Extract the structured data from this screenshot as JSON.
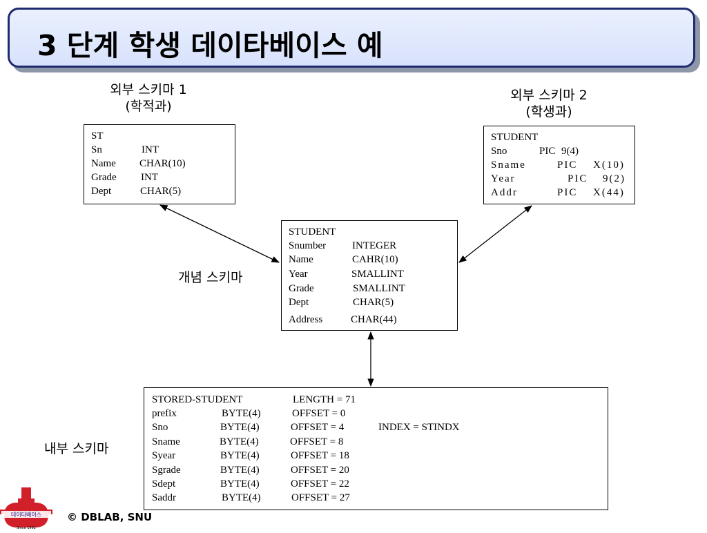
{
  "title": "3 단계 학생 데이타베이스 예",
  "labels": {
    "external1_line1": "외부  스키마  1",
    "external1_line2": "(학적과)",
    "external2_line1": "외부  스키마  2",
    "external2_line2": "(학생과)",
    "conceptual": "개념  스키마",
    "internal": "내부 스키마"
  },
  "external1": {
    "name": "ST",
    "rows": [
      {
        "field": "Sn",
        "type": "INT"
      },
      {
        "field": "Name",
        "type": "CHAR(10)"
      },
      {
        "field": "Grade",
        "type": "INT"
      },
      {
        "field": "Dept",
        "type": "CHAR(5)"
      }
    ]
  },
  "external2": {
    "name": "STUDENT",
    "rows": [
      {
        "field": "Sno",
        "pic": "PIC",
        "fmt": "9(4)"
      },
      {
        "field": "Sname",
        "pic": "PIC",
        "fmt": "X(10)"
      },
      {
        "field": "Year",
        "pic": "PIC",
        "fmt": "9(2)"
      },
      {
        "field": "Addr",
        "pic": "PIC",
        "fmt": "X(44)"
      }
    ]
  },
  "conceptual": {
    "name": "STUDENT",
    "rows": [
      {
        "field": "Snumber",
        "type": "INTEGER"
      },
      {
        "field": "Name",
        "type": "CAHR(10)"
      },
      {
        "field": "Year",
        "type": "SMALLINT"
      },
      {
        "field": "Grade",
        "type": "SMALLINT"
      },
      {
        "field": "Dept",
        "type": "CHAR(5)"
      },
      {
        "field": "Address",
        "type": "CHAR(44)"
      }
    ]
  },
  "internal": {
    "name": "STORED-STUDENT",
    "length": "LENGTH = 71",
    "rows": [
      {
        "field": "prefix",
        "type": "BYTE(4)",
        "offset": "OFFSET = 0",
        "index": ""
      },
      {
        "field": "Sno",
        "type": "BYTE(4)",
        "offset": "OFFSET = 4",
        "index": "INDEX = STINDX"
      },
      {
        "field": "Sname",
        "type": "BYTE(4)",
        "offset": "OFFSET = 8",
        "index": ""
      },
      {
        "field": "Syear",
        "type": "BYTE(4)",
        "offset": "OFFSET = 18",
        "index": ""
      },
      {
        "field": "Sgrade",
        "type": "BYTE(4)",
        "offset": "OFFSET = 20",
        "index": ""
      },
      {
        "field": "Sdept",
        "type": "BYTE(4)",
        "offset": "OFFSET = 22",
        "index": ""
      },
      {
        "field": "Saddr",
        "type": "BYTE(4)",
        "offset": "OFFSET = 27",
        "index": ""
      }
    ]
  },
  "footer": {
    "logo_text": "데이타베이스",
    "logo_since": "Since 1992",
    "copyright": "© DBLAB, SNU"
  }
}
